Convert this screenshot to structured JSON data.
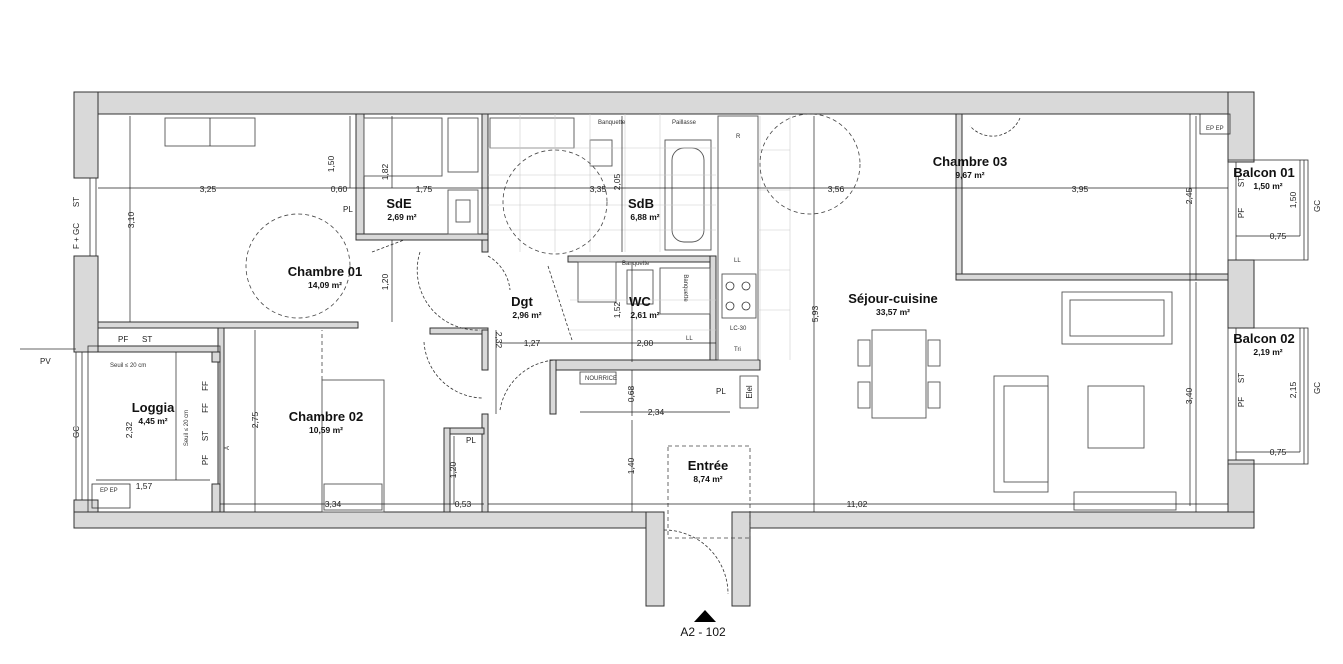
{
  "rooms": {
    "chambre01": {
      "name": "Chambre 01",
      "area": "14,09 m²"
    },
    "chambre02": {
      "name": "Chambre 02",
      "area": "10,59 m²"
    },
    "chambre03": {
      "name": "Chambre 03",
      "area": "9,67 m²"
    },
    "sde": {
      "name": "SdE",
      "area": "2,69 m²"
    },
    "sdb": {
      "name": "SdB",
      "area": "6,88 m²"
    },
    "dgt": {
      "name": "Dgt",
      "area": "2,96 m²"
    },
    "wc": {
      "name": "WC",
      "area": "2,61 m²"
    },
    "sejour": {
      "name": "Séjour-cuisine",
      "area": "33,57 m²"
    },
    "entree": {
      "name": "Entrée",
      "area": "8,74 m²"
    },
    "loggia": {
      "name": "Loggia",
      "area": "4,45 m²"
    },
    "balcon01": {
      "name": "Balcon 01",
      "area": "1,50 m²"
    },
    "balcon02": {
      "name": "Balcon 02",
      "area": "2,19 m²"
    }
  },
  "dimensions": {
    "d_3_25": "3,25",
    "d_3_10": "3,10",
    "d_1_50": "1,50",
    "d_0_60": "0,60",
    "d_1_82": "1,82",
    "d_1_75": "1,75",
    "d_3_35": "3,35",
    "d_2_05": "2,05",
    "d_3_56": "3,56",
    "d_3_95": "3,95",
    "d_2_45": "2,45",
    "d_1_50b": "1,50",
    "d_0_75a": "0,75",
    "d_1_20": "1,20",
    "d_1_52": "1,52",
    "d_2_32a": "2,32",
    "d_1_27": "1,27",
    "d_2_00": "2,00",
    "d_5_93": "5,93",
    "d_3_40": "3,40",
    "d_2_15": "2,15",
    "d_0_75b": "0,75",
    "d_0_68": "0,68",
    "d_2_34": "2,34",
    "d_1_40": "1,40",
    "d_2_75": "2,75",
    "d_2_32b": "2,32",
    "d_1_57": "1,57",
    "d_1_20b": "1,20",
    "d_3_34": "3,34",
    "d_0_53": "0,53",
    "d_11_02": "11,02"
  },
  "labels": {
    "pl1": "PL",
    "pl2": "PL",
    "pl3": "PL",
    "pl4": "PL",
    "pf1": "PF",
    "st1": "ST",
    "pf2": "PF",
    "st2": "ST",
    "ff1": "FF",
    "ff2": "FF",
    "pf3": "PF",
    "st3": "ST",
    "pf4": "PF",
    "st4": "ST",
    "gc1": "GC",
    "gc2": "GC",
    "gc3": "GC",
    "gc4": "GC",
    "fgc": "F + GC",
    "st_left": "ST",
    "pv": "PV",
    "seuil1": "Seuil ≤ 20 cm",
    "seuil2": "Seuil ≤ 20 cm",
    "banquette1": "Banquette",
    "banquette2": "Banquette",
    "banquette3": "Banquette",
    "paillasse": "Paillasse",
    "r": "R",
    "ll1": "LL",
    "ll2": "LL",
    "lc30": "LC-30",
    "tri": "Tri",
    "elec": "Elel",
    "nourrice": "NOURRICE",
    "a_mark": "A",
    "ep1": "EP  EP",
    "ep2": "EP  EP",
    "plan_ref": "A2 - 102"
  }
}
